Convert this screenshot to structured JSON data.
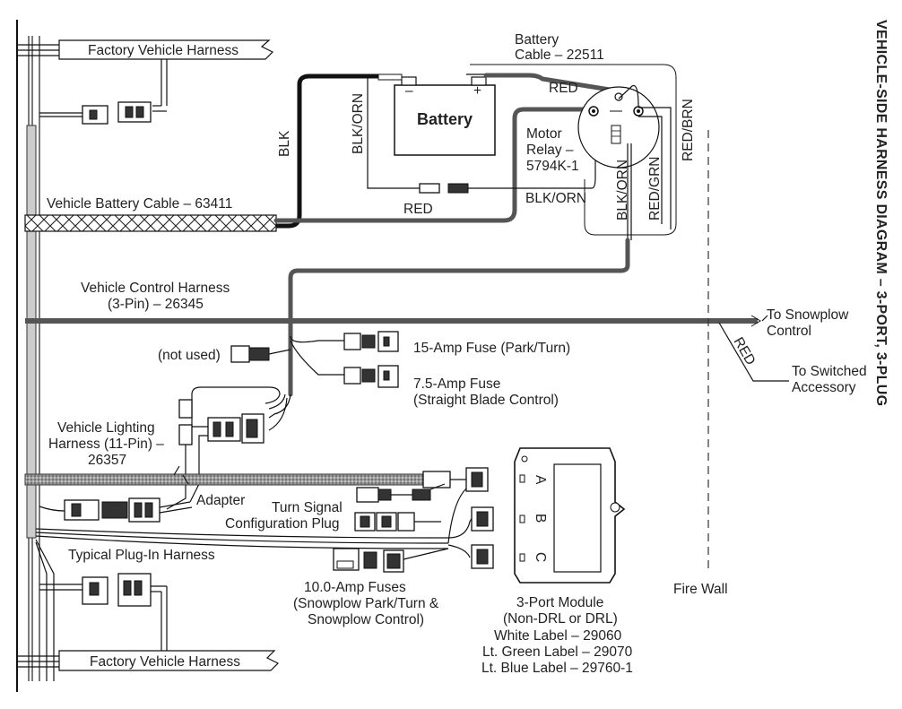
{
  "title": "VEHICLE-SIDE HARNESS DIAGRAM – 3-PORT, 3-PLUG",
  "labels": {
    "factory_harness_top": "Factory Vehicle Harness",
    "factory_harness_bottom": "Factory Vehicle Harness",
    "battery_cable_label": "Battery",
    "battery_cable_number": "Cable – 22511",
    "battery": "Battery",
    "battery_minus": "–",
    "battery_plus": "+",
    "motor_relay_1": "Motor",
    "motor_relay_2": "Relay –",
    "motor_relay_3": "5794K-1",
    "vehicle_battery_cable": "Vehicle Battery Cable – 63411",
    "vehicle_control_harness_1": "Vehicle Control Harness",
    "vehicle_control_harness_2": "(3-Pin) – 26345",
    "to_snowplow_1": "To Snowplow",
    "to_snowplow_2": "Control",
    "to_switched_1": "To Switched",
    "to_switched_2": "Accessory",
    "not_used": "(not used)",
    "fuse_15": "15-Amp Fuse (Park/Turn)",
    "fuse_75_1": "7.5-Amp Fuse",
    "fuse_75_2": "(Straight Blade Control)",
    "lighting_1": "Vehicle Lighting",
    "lighting_2": "Harness (11-Pin) –",
    "lighting_3": "26357",
    "adapter": "Adapter",
    "turn_signal_1": "Turn Signal",
    "turn_signal_2": "Configuration Plug",
    "plug_in_harness": "Typical Plug-In Harness",
    "fuses_10_1": "10.0-Amp Fuses",
    "fuses_10_2": "(Snowplow Park/Turn &",
    "fuses_10_3": "Snowplow Control)",
    "module_1": "3-Port Module",
    "module_2": "(Non-DRL or DRL)",
    "module_3": "White Label – 29060",
    "module_4": "Lt. Green Label – 29070",
    "module_5": "Lt. Blue Label – 29760-1",
    "fire_wall": "Fire Wall",
    "port_a": "A",
    "port_b": "B",
    "port_c": "C"
  },
  "wire_labels": {
    "blk": "BLK",
    "blk_orn_batt": "BLK/ORN",
    "red_top": "RED",
    "red_mid": "RED",
    "blk_orn_mid": "BLK/ORN",
    "blk_orn_relay": "BLK/ORN",
    "red_grn": "RED/GRN",
    "red_brn": "RED/BRN",
    "red_accessory": "RED"
  }
}
